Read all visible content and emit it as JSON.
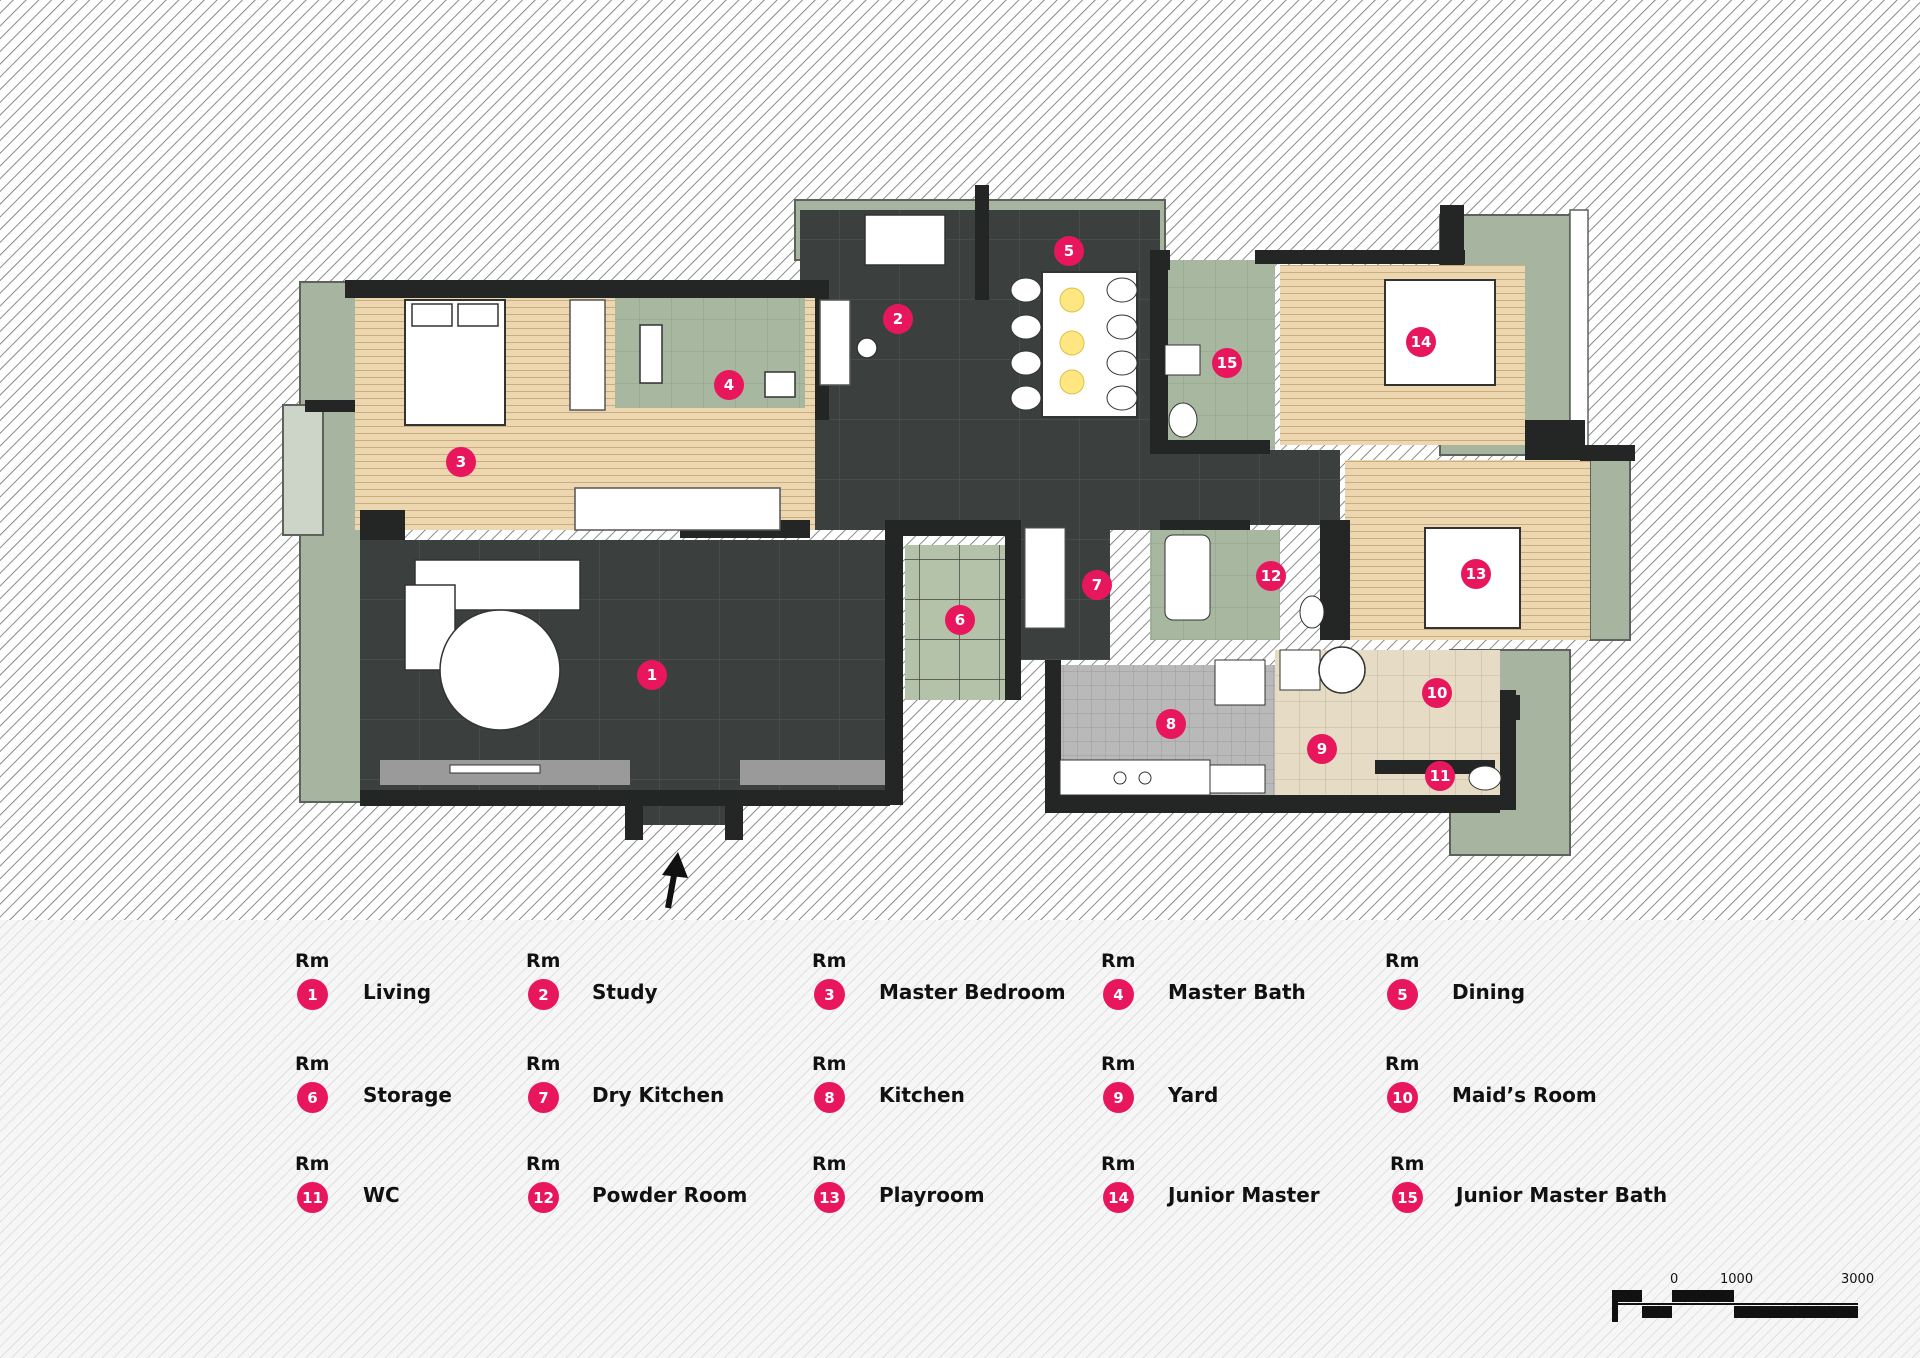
{
  "legend": {
    "prefix": "Rm",
    "rooms": [
      {
        "num": "1",
        "name": "Living"
      },
      {
        "num": "2",
        "name": "Study"
      },
      {
        "num": "3",
        "name": "Master Bedroom"
      },
      {
        "num": "4",
        "name": "Master Bath"
      },
      {
        "num": "5",
        "name": "Dining"
      },
      {
        "num": "6",
        "name": "Storage"
      },
      {
        "num": "7",
        "name": "Dry Kitchen"
      },
      {
        "num": "8",
        "name": "Kitchen"
      },
      {
        "num": "9",
        "name": "Yard"
      },
      {
        "num": "10",
        "name": "Maid’s Room"
      },
      {
        "num": "11",
        "name": "WC"
      },
      {
        "num": "12",
        "name": "Powder Room"
      },
      {
        "num": "13",
        "name": "Playroom"
      },
      {
        "num": "14",
        "name": "Junior Master"
      },
      {
        "num": "15",
        "name": "Junior Master Bath"
      }
    ]
  },
  "scale_bar": {
    "ticks": [
      "0",
      "1000",
      "3000"
    ]
  },
  "colors": {
    "marker": "#e8175d",
    "dark_floor": "#3b3f3e",
    "wall": "#232625",
    "wood": "#ecd7b1",
    "green_tile": "#a8b7a0",
    "balcony": "#a7b4a0",
    "kitchen_tile": "#b9b9b9",
    "yard_tile": "#e6dcc6"
  }
}
